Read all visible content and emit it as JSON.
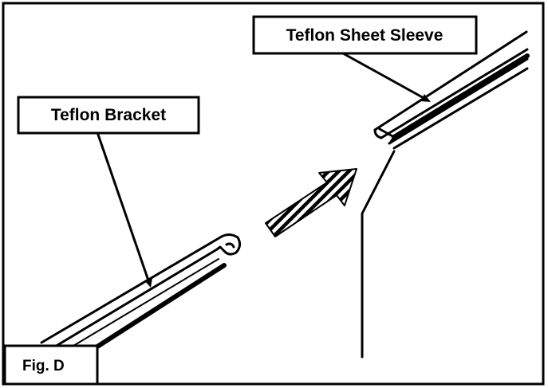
{
  "labels": {
    "sleeve": "Teflon Sheet Sleeve",
    "bracket": "Teflon Bracket",
    "figure": "Fig. D"
  },
  "colors": {
    "ink": "#000000",
    "paper": "#ffffff"
  },
  "icons": {
    "insert_direction": "hatched-arrow-icon"
  }
}
